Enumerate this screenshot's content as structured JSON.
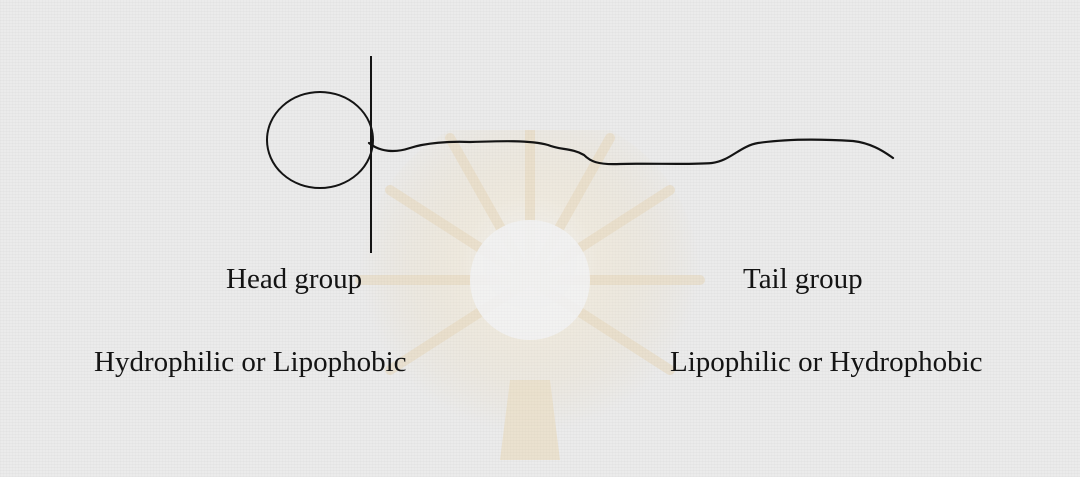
{
  "labels": {
    "head_group": "Head group",
    "tail_group": "Tail group",
    "head_property": "Hydrophilic or Lipophobic",
    "tail_property": "Lipophilic or Hydrophobic"
  },
  "colors": {
    "background": "#ebebeb",
    "ink": "#141414",
    "watermark": "#e8c98a"
  }
}
